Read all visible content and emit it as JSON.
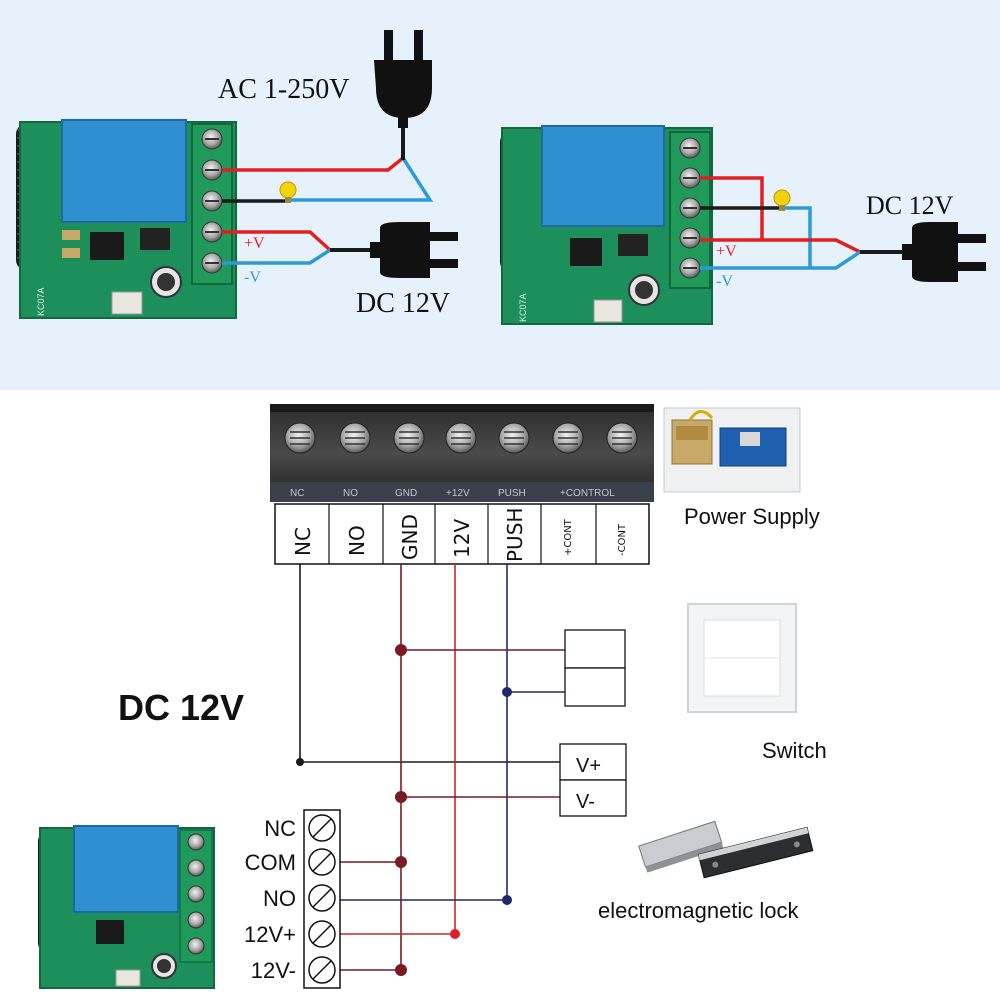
{
  "top": {
    "ac_label": "AC 1-250V",
    "dc_label_left": "DC 12V",
    "dc_label_right": "DC 12V",
    "plus_v": "+V",
    "minus_v": "-V",
    "board_marking": "KC07A"
  },
  "bottom": {
    "title": "DC 12V",
    "power_supply_label": "Power Supply",
    "switch_label": "Switch",
    "lock_label": "electromagnetic lock",
    "supply_terminals": [
      "NC",
      "NO",
      "GND",
      "12V",
      "PUSH",
      "+CONT",
      "-CONT"
    ],
    "strip_labels": [
      "NC",
      "NO",
      "GND",
      "+12V",
      "PUSH",
      "+CONTROL"
    ],
    "lock_terminals": [
      "V+",
      "V-"
    ],
    "receiver_terminals": [
      "NC",
      "COM",
      "NO",
      "12V+",
      "12V-"
    ]
  },
  "colors": {
    "panel_bg": "#e6f1fb",
    "pcb_green": "#1d8f5a",
    "relay_blue": "#2f8fd0",
    "wire_red": "#e02020",
    "wire_blue": "#2c9ad8",
    "wire_dark_red": "#8b1a2a",
    "wire_navy": "#1f2a66"
  }
}
